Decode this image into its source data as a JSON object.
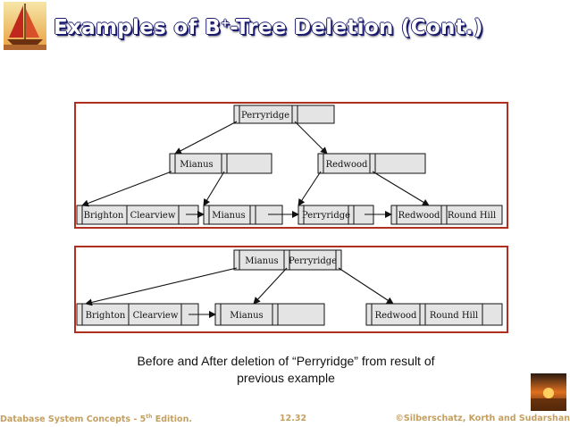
{
  "slide": {
    "title_before_sup": "Examples of B",
    "title_sup": "+",
    "title_after_sup": "-Tree Deletion (Cont.)",
    "caption_line1": "Before and After deletion of “Perryridge” from result of",
    "caption_line2": "previous example"
  },
  "diagram_before": {
    "root": "Perryridge",
    "internal_left": "Mianus",
    "internal_right": "Redwood",
    "leaves": [
      [
        "Brighton",
        "Clearview"
      ],
      [
        "Mianus"
      ],
      [
        "Perryridge"
      ],
      [
        "Redwood",
        "Round Hill"
      ]
    ]
  },
  "diagram_after": {
    "root": [
      "Mianus",
      "Perryridge"
    ],
    "leaves": [
      [
        "Brighton",
        "Clearview"
      ],
      [
        "Mianus"
      ],
      [
        "Redwood",
        "Round Hill"
      ]
    ]
  },
  "footer": {
    "left_main": "Database System Concepts - 5",
    "left_sup": "th",
    "left_end": " Edition.",
    "center": "12.32",
    "right": "©Silberschatz, Korth and Sudarshan"
  },
  "colors": {
    "frame": "#b03020",
    "node_fill": "#e4e4e4",
    "footer_text": "#c4a060",
    "title_outline": "#1a1a6e"
  }
}
